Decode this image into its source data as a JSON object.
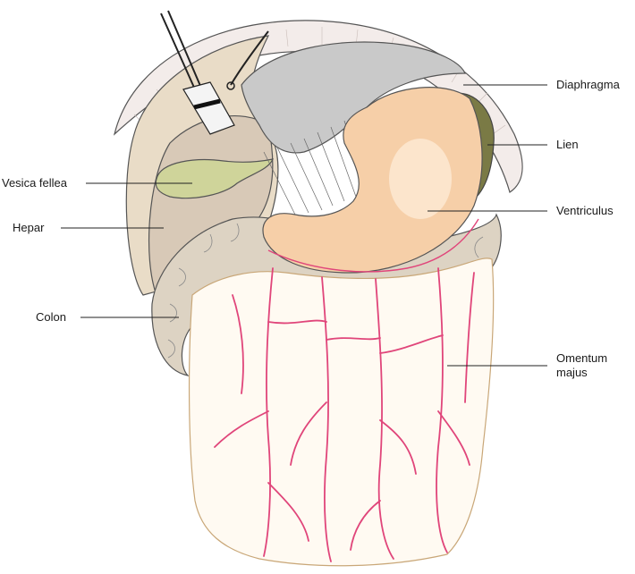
{
  "labels": {
    "diaphragma": "Diaphragma",
    "lien": "Lien",
    "ventriculus": "Ventriculus",
    "omentum_line1": "Omentum",
    "omentum_line2": "majus",
    "vesica_fellea": "Vesica fellea",
    "hepar": "Hepar",
    "colon": "Colon"
  },
  "colors": {
    "diaphragm": "#f3ecea",
    "liver": "#d8c9b7",
    "liver_front": "#e9dcc7",
    "gallbladder": "#cfd49a",
    "spleen": "#7a7a45",
    "stomach": "#f6cfa8",
    "colon": "#ddd3c3",
    "omentum": "#fffaf2",
    "vessel": "#e0457a",
    "retractor": "#cfcfcf"
  }
}
